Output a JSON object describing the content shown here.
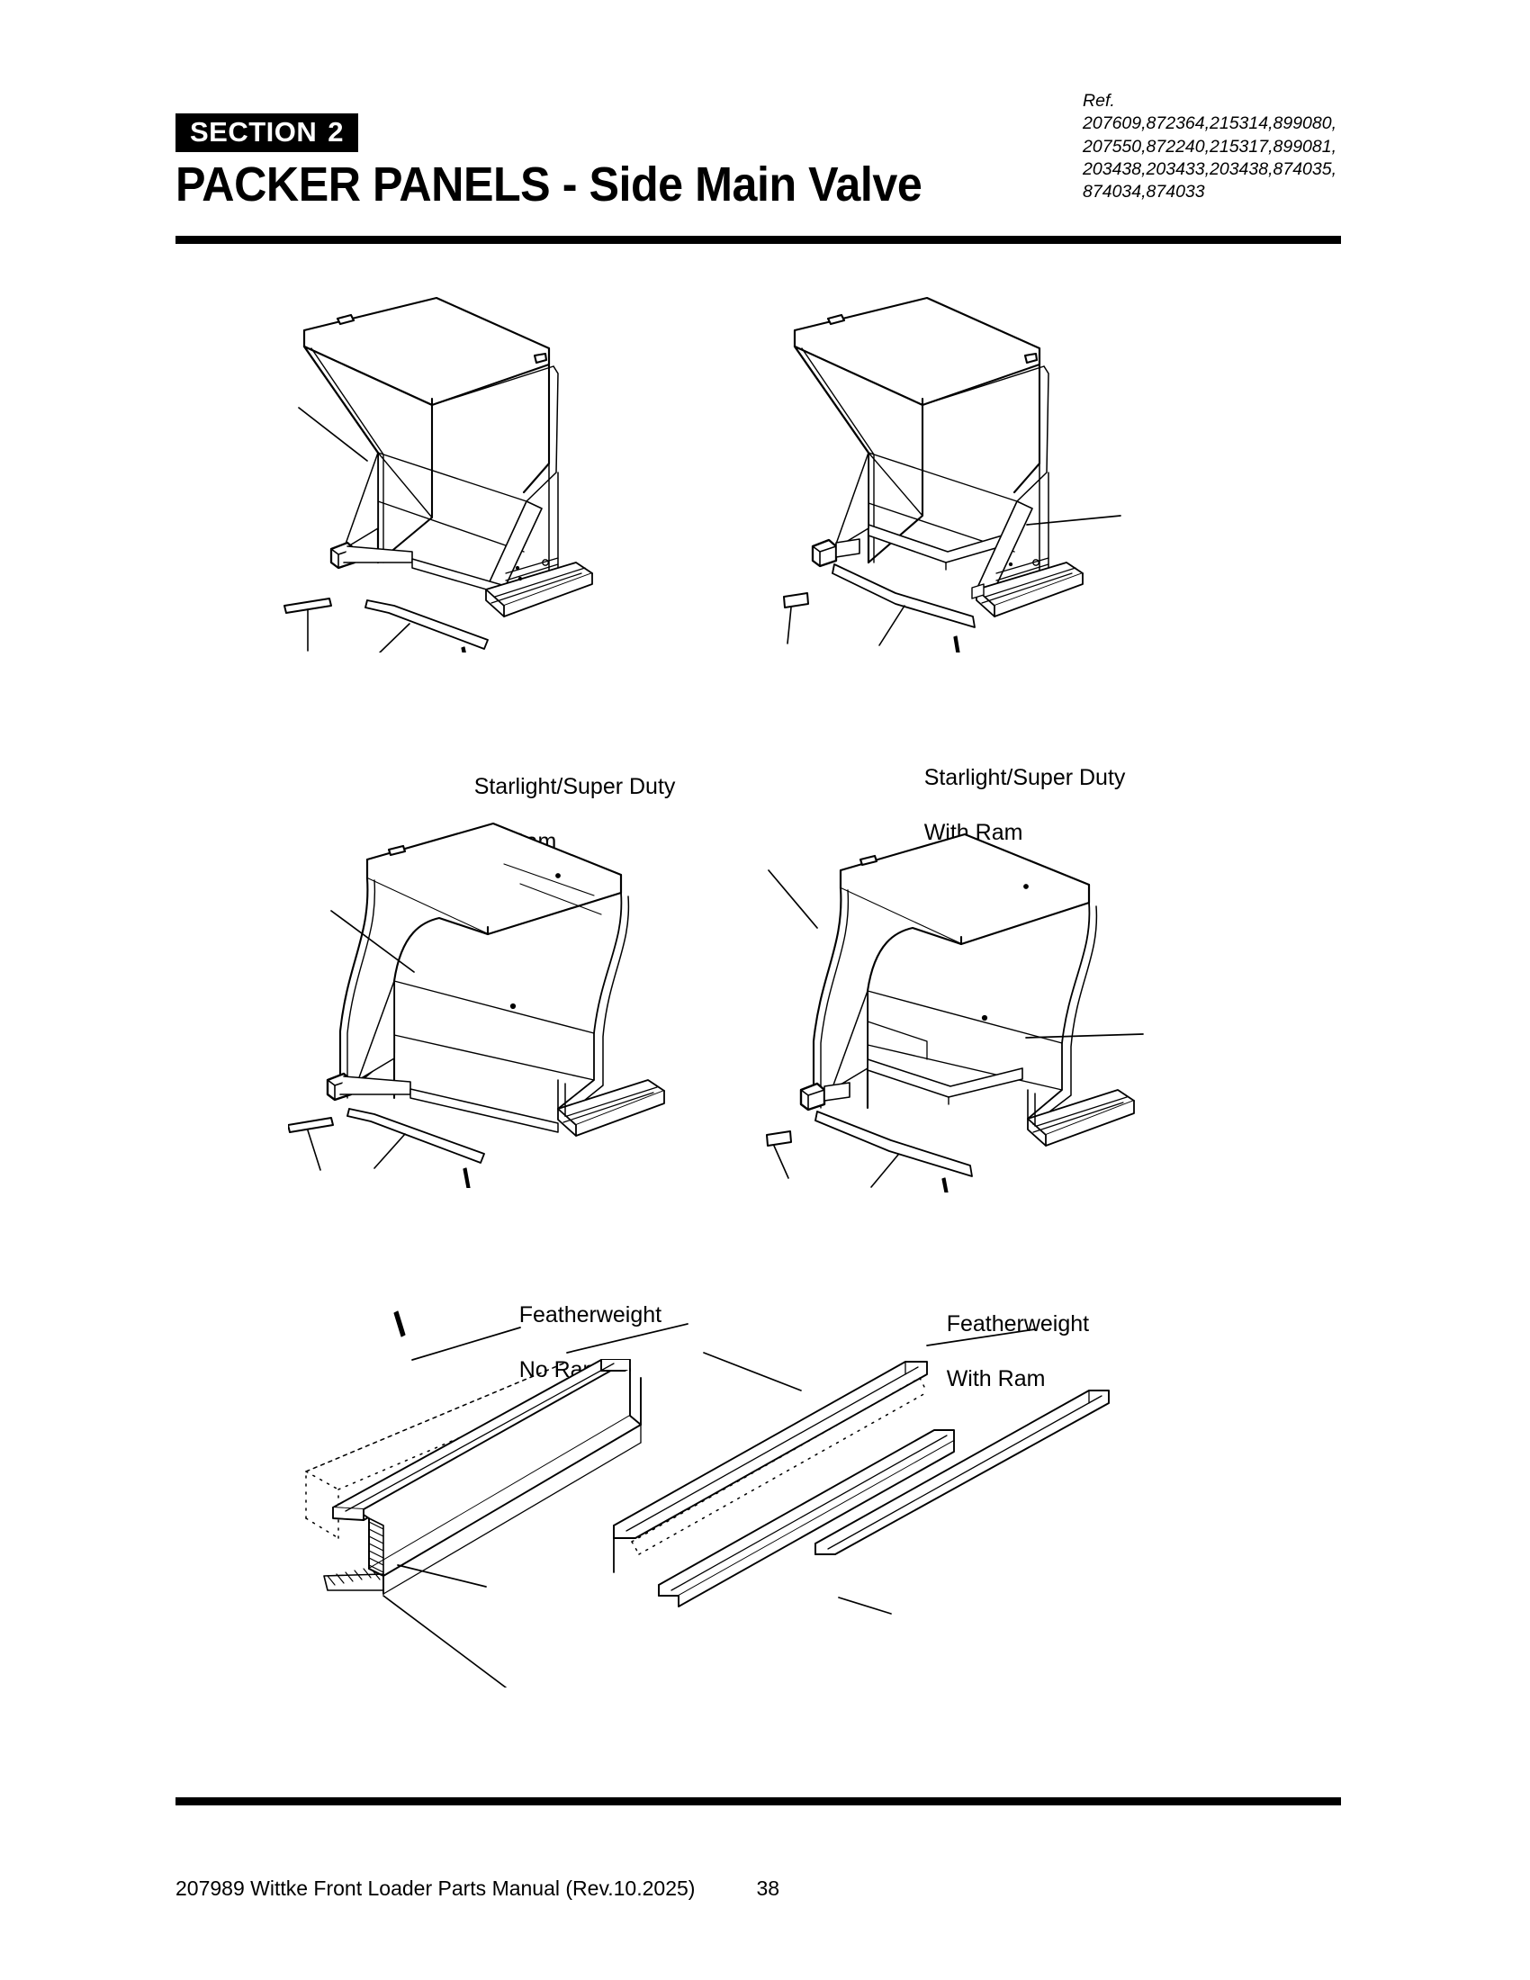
{
  "header": {
    "section_badge": "SECTION",
    "section_number": "2",
    "title": "PACKER PANELS - Side Main Valve",
    "reference": {
      "label": "Ref.",
      "lines": [
        "207609,872364,215314,899080,",
        "207550,872240,215317,899081,",
        "203438,203433,203438,874035,",
        "874034,874033"
      ]
    }
  },
  "figures": [
    {
      "id": "starlight-no-ram",
      "label_line1": "Starlight/Super Duty",
      "label_line2": "No Ram",
      "position": "top-left"
    },
    {
      "id": "starlight-with-ram",
      "label_line1": "Starlight/Super Duty",
      "label_line2": "With Ram",
      "position": "top-right"
    },
    {
      "id": "featherweight-no-ram",
      "label_line1": "Featherweight",
      "label_line2": "No Ram",
      "position": "bottom-left"
    },
    {
      "id": "featherweight-with-ram",
      "label_line1": "Featherweight",
      "label_line2": "With Ram",
      "position": "bottom-right"
    },
    {
      "id": "wear-rail-detail",
      "label_line1": "",
      "label_line2": "",
      "position": "bottom-center"
    }
  ],
  "footer": {
    "document": "207989 Wittke Front Loader Parts Manual (Rev.10.2025)",
    "page_number": "38"
  },
  "colors": {
    "ink": "#000000",
    "paper": "#ffffff",
    "badge_bg": "#000000",
    "badge_text": "#ffffff"
  }
}
